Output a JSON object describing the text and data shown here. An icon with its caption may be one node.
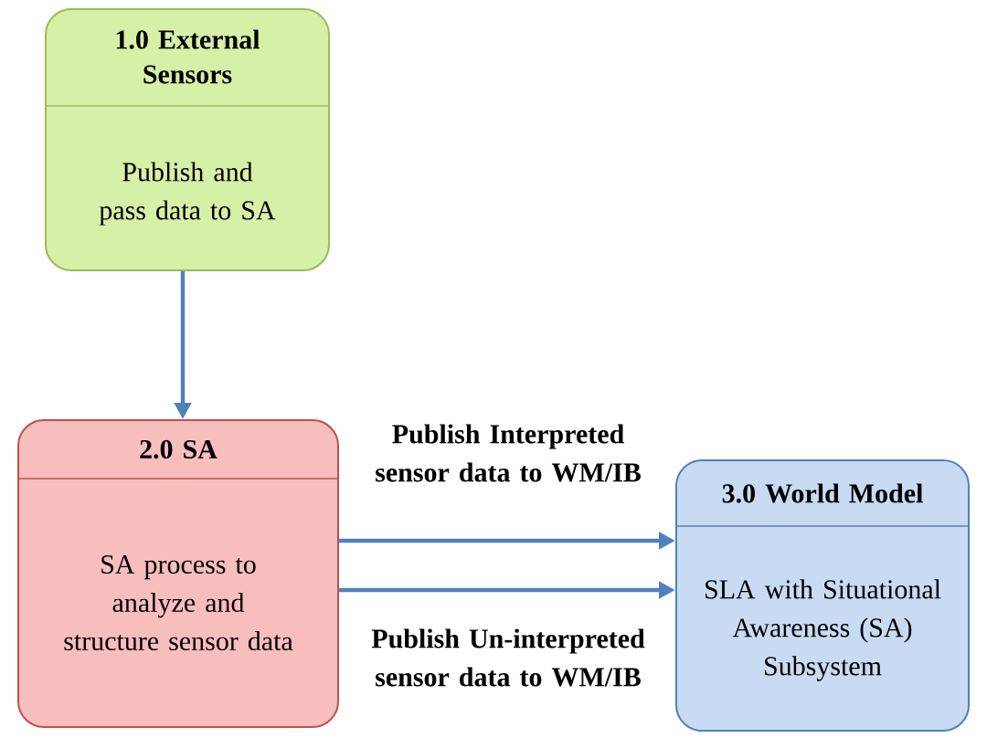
{
  "diagram": {
    "nodes": [
      {
        "text": [
          "1.0 External Sensors",
          "Publish and pass data to SA"
        ]
      },
      {
        "text": [
          "2.0 SA",
          "SA process to analyze and structure sensor data"
        ]
      },
      {
        "text": [
          "3.0 World Model",
          "SLA with Situational Awareness (SA) Subsystem"
        ]
      }
    ],
    "edges": [
      {
        "from": 0,
        "to": 1,
        "arrow": "to"
      },
      {
        "from": 1,
        "to": 2,
        "arrow": "to",
        "label": "Publish Interpreted sensor data to WM/IB"
      },
      {
        "from": 1,
        "to": 2,
        "arrow": "to",
        "label": "Publish Un-interpreted sensor data to WM/IB"
      }
    ]
  }
}
